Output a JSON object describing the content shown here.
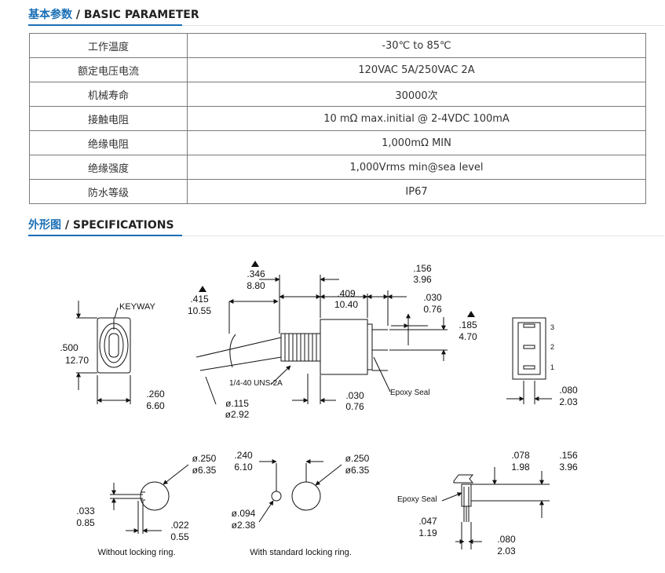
{
  "basic_section": {
    "title_cn": "基本参数",
    "title_sep": " / ",
    "title_en": "BASIC PARAMETER"
  },
  "params": [
    {
      "label": "工作温度",
      "value": "-30℃ to 85℃"
    },
    {
      "label": "额定电压电流",
      "value": "120VAC 5A/250VAC 2A"
    },
    {
      "label": "机械寿命",
      "value": "30000次"
    },
    {
      "label": "接触电阻",
      "value": "10 mΩ max.initial @ 2-4VDC 100mA"
    },
    {
      "label": "绝缘电阻",
      "value": "1,000mΩ MIN"
    },
    {
      "label": "绝缘强度",
      "value": "1,000Vrms min@sea level"
    },
    {
      "label": "防水等级",
      "value": "IP67"
    }
  ],
  "spec_section": {
    "title_cn": "外形图",
    "title_sep": " / ",
    "title_en": "SPECIFICATIONS"
  },
  "drawing": {
    "keyway": "KEYWAY",
    "d500": ".500",
    "d1270": "12.70",
    "d260": ".260",
    "d660": "6.60",
    "d415": ".415",
    "d1055": "10.55",
    "d346": ".346",
    "d880": "8.80",
    "d409": ".409",
    "d1040": "10.40",
    "d156a": ".156",
    "d396a": "3.96",
    "d030a": ".030",
    "d076a": "0.76",
    "d185": ".185",
    "d470": "4.70",
    "thread": "1/4-40 UNS-2A",
    "d115": "ø.115",
    "d292": "ø2.92",
    "d030b": ".030",
    "d076b": "0.76",
    "epoxy1": "Epoxy Seal",
    "pin3": "3",
    "pin2": "2",
    "pin1": "1",
    "d080a": ".080",
    "d203a": "2.03",
    "d250a": "ø.250",
    "d635a": "ø6.35",
    "d033": ".033",
    "d085": "0.85",
    "d022": ".022",
    "d055": "0.55",
    "caption1": "Without locking ring.",
    "d240": ".240",
    "d610": "6.10",
    "d250b": "ø.250",
    "d635b": "ø6.35",
    "d094": "ø.094",
    "d238": "ø2.38",
    "caption2": "With standard locking ring.",
    "d078": ".078",
    "d198": "1.98",
    "d156b": ".156",
    "d396b": "3.96",
    "epoxy2": "Epoxy Seal",
    "d047": ".047",
    "d119": "1.19",
    "d080b": ".080",
    "d203b": "2.03"
  }
}
